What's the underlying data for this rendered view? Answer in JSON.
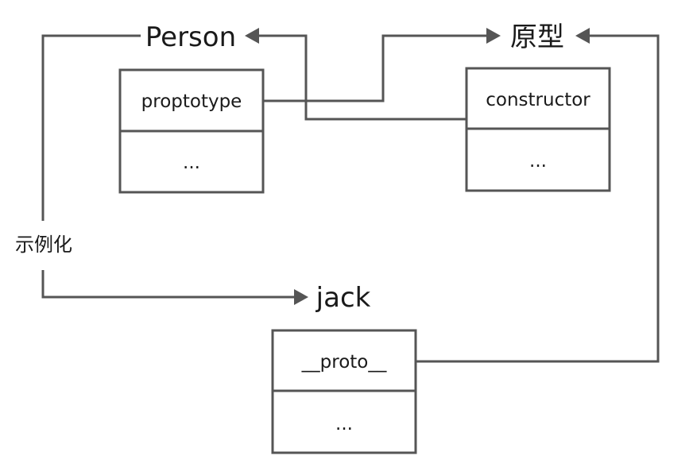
{
  "person": {
    "title": "Person",
    "field": "proptotype",
    "rest": "..."
  },
  "prototype": {
    "title": "原型",
    "field": "constructor",
    "rest": "..."
  },
  "instance": {
    "title": "jack",
    "field": "__proto__",
    "rest": "..."
  },
  "instantiate_label": "示例化",
  "colors": {
    "line": "#555555",
    "text": "#1a1a1a",
    "background": "#ffffff"
  }
}
